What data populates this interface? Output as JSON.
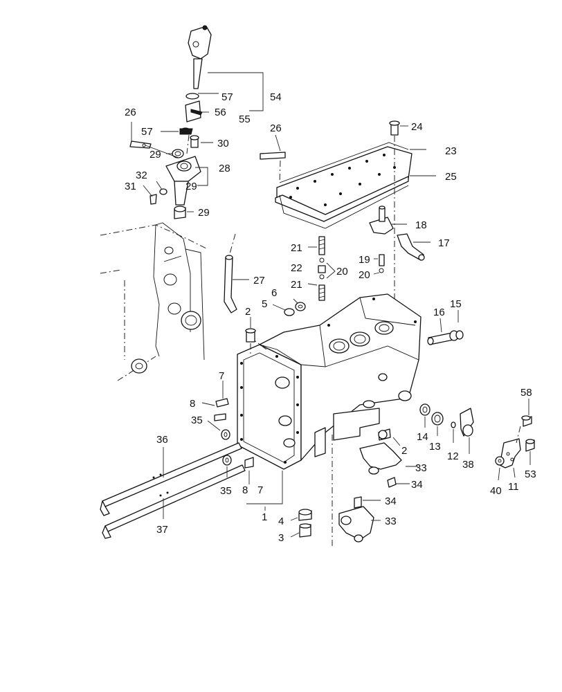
{
  "callouts": [
    {
      "id": "c54",
      "text": "54"
    },
    {
      "id": "c57a",
      "text": "57"
    },
    {
      "id": "c56",
      "text": "56"
    },
    {
      "id": "c55",
      "text": "55"
    },
    {
      "id": "c26a",
      "text": "26"
    },
    {
      "id": "c57b",
      "text": "57"
    },
    {
      "id": "c30",
      "text": "30"
    },
    {
      "id": "c29a",
      "text": "29"
    },
    {
      "id": "c28",
      "text": "28"
    },
    {
      "id": "c29b",
      "text": "29"
    },
    {
      "id": "c32",
      "text": "32"
    },
    {
      "id": "c31",
      "text": "31"
    },
    {
      "id": "c29c",
      "text": "29"
    },
    {
      "id": "c26b",
      "text": "26"
    },
    {
      "id": "c24",
      "text": "24"
    },
    {
      "id": "c23",
      "text": "23"
    },
    {
      "id": "c25",
      "text": "25"
    },
    {
      "id": "c18",
      "text": "18"
    },
    {
      "id": "c17",
      "text": "17"
    },
    {
      "id": "c21a",
      "text": "21"
    },
    {
      "id": "c22",
      "text": "22"
    },
    {
      "id": "c20a",
      "text": "20"
    },
    {
      "id": "c19",
      "text": "19"
    },
    {
      "id": "c20b",
      "text": "20"
    },
    {
      "id": "c27",
      "text": "27"
    },
    {
      "id": "c21b",
      "text": "21"
    },
    {
      "id": "c6",
      "text": "6"
    },
    {
      "id": "c5",
      "text": "5"
    },
    {
      "id": "c2a",
      "text": "2"
    },
    {
      "id": "c15",
      "text": "15"
    },
    {
      "id": "c16",
      "text": "16"
    },
    {
      "id": "c7a",
      "text": "7"
    },
    {
      "id": "c8a",
      "text": "8"
    },
    {
      "id": "c35a",
      "text": "35"
    },
    {
      "id": "c36",
      "text": "36"
    },
    {
      "id": "c58",
      "text": "58"
    },
    {
      "id": "c14",
      "text": "14"
    },
    {
      "id": "c13",
      "text": "13"
    },
    {
      "id": "c12",
      "text": "12"
    },
    {
      "id": "c38",
      "text": "38"
    },
    {
      "id": "c2b",
      "text": "2"
    },
    {
      "id": "c33a",
      "text": "33"
    },
    {
      "id": "c34a",
      "text": "34"
    },
    {
      "id": "c35b",
      "text": "35"
    },
    {
      "id": "c8b",
      "text": "8"
    },
    {
      "id": "c7b",
      "text": "7"
    },
    {
      "id": "c1",
      "text": "1"
    },
    {
      "id": "c37",
      "text": "37"
    },
    {
      "id": "c4",
      "text": "4"
    },
    {
      "id": "c3",
      "text": "3"
    },
    {
      "id": "c34b",
      "text": "34"
    },
    {
      "id": "c33b",
      "text": "33"
    },
    {
      "id": "c40",
      "text": "40"
    },
    {
      "id": "c11",
      "text": "11"
    },
    {
      "id": "c53",
      "text": "53"
    }
  ]
}
